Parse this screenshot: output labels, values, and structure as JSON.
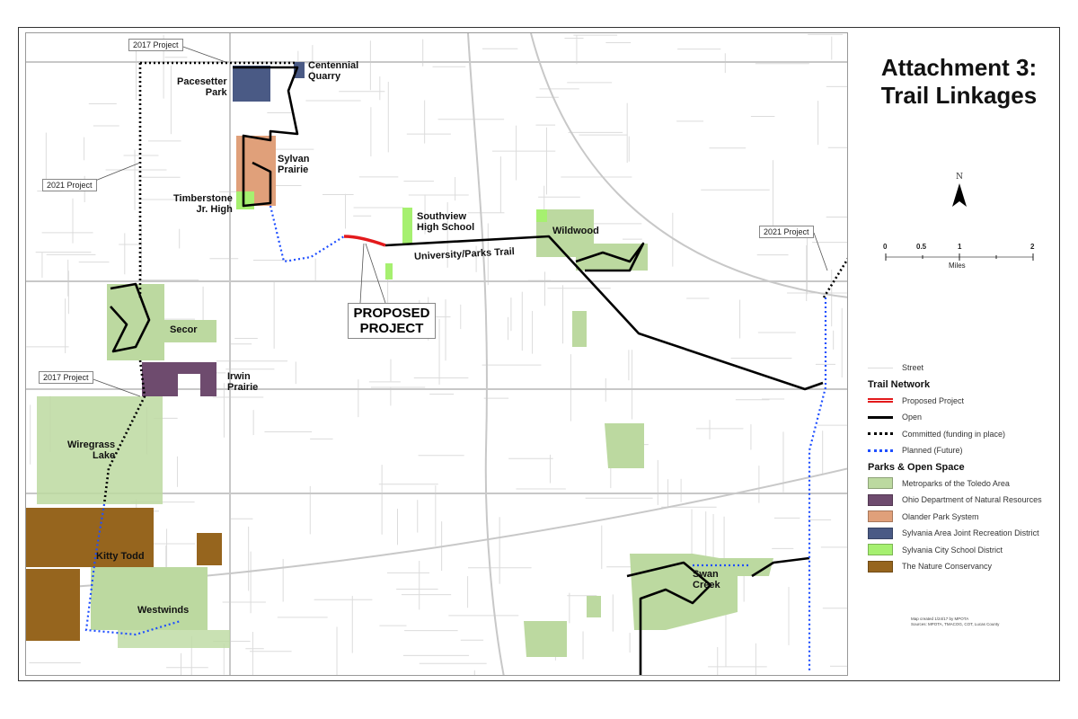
{
  "title": {
    "line1": "Attachment 3:",
    "line2": "Trail Linkages"
  },
  "north_arrow": {
    "label": "N"
  },
  "scale_bar": {
    "ticks": [
      "0",
      "0.5",
      "1",
      "2"
    ],
    "unit": "Miles"
  },
  "map_labels": {
    "pacesetter": [
      "Pacesetter",
      "Park"
    ],
    "centennial": [
      "Centennial",
      "Quarry"
    ],
    "sylvan": [
      "Sylvan",
      "Prairie"
    ],
    "timberstone": [
      "Timberstone",
      "Jr. High"
    ],
    "southview": [
      "Southview",
      "High School"
    ],
    "wildwood": "Wildwood",
    "university_trail": "University/Parks Trail",
    "secor": "Secor",
    "irwin": [
      "Irwin",
      "Prairie"
    ],
    "wiregrass": [
      "Wiregrass",
      "Lake"
    ],
    "kitty_todd": "Kitty Todd",
    "westwinds": "Westwinds",
    "swan_creek": [
      "Swan",
      "Creek"
    ],
    "proposed": [
      "PROPOSED",
      "PROJECT"
    ]
  },
  "callouts": {
    "top_2017": "2017 Project",
    "left_2021": "2021 Project",
    "mid_2017": "2017 Project",
    "right_2021": "2021 Project"
  },
  "legend": {
    "street": "Street",
    "trail_heading": "Trail Network",
    "trails": [
      {
        "label": "Proposed Project",
        "color": "#e31a1c",
        "style": "solid-double"
      },
      {
        "label": "Open",
        "color": "#000000",
        "style": "solid"
      },
      {
        "label": "Committed (funding in place)",
        "color": "#000000",
        "style": "dotted"
      },
      {
        "label": "Planned (Future)",
        "color": "#1f4fff",
        "style": "dotted"
      }
    ],
    "parks_heading": "Parks & Open Space",
    "parks": [
      {
        "label": "Metroparks of the Toledo Area",
        "color": "#bcd9a0"
      },
      {
        "label": "Ohio Department of Natural Resources",
        "color": "#6e4b6e"
      },
      {
        "label": "Olander Park System",
        "color": "#e0a07a"
      },
      {
        "label": "Sylvania Area Joint Recreation District",
        "color": "#4a5a85"
      },
      {
        "label": "Sylvania City School District",
        "color": "#a6f070"
      },
      {
        "label": "The Nature Conservancy",
        "color": "#96651e"
      }
    ]
  },
  "credits": {
    "line1": "Map created 1/24/17 by MPOTA",
    "line2": "Sources: MPOTA, TMACOG, COT, Lucas County"
  }
}
